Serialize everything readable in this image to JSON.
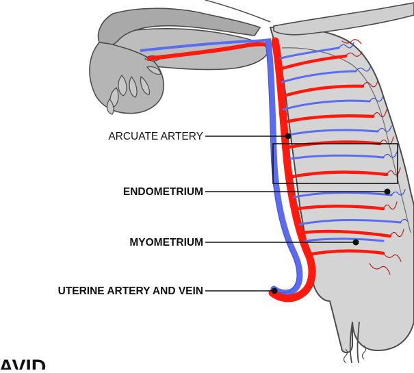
{
  "labels": {
    "arcuate_artery": "ARCUATE ARTERY",
    "endometrium": "ENDOMETRIUM",
    "myometrium": "MYOMETRIUM",
    "uterine_artery_vein": "UTERINE ARTERY AND VEIN",
    "cropped_caption": "AVID"
  },
  "colors": {
    "artery": "#ff1a0d",
    "vein": "#5b6cf0",
    "tissue": "#d4d4d4",
    "tissue_outline": "#4a4a4a",
    "fimbria": "#a7a7a7",
    "small_artery": "#b22222",
    "small_vein": "#3a4bd8"
  }
}
